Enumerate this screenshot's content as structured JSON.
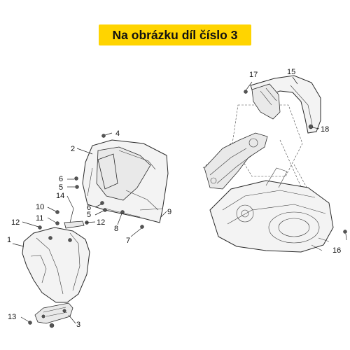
{
  "banner": {
    "text": "Na obrázku díl číslo 3"
  },
  "callouts": {
    "n1": "1",
    "n2": "2",
    "n3": "3",
    "n4": "4",
    "n5a": "5",
    "n5b": "5",
    "n6a": "6",
    "n6b": "6",
    "n7": "7",
    "n8": "8",
    "n9": "9",
    "n10": "10",
    "n11": "11",
    "n12a": "12",
    "n12b": "12",
    "n13": "13",
    "n14": "14",
    "n15": "15",
    "n16": "16",
    "n17": "17",
    "n18": "18"
  },
  "colors": {
    "banner_background": "#ffd400",
    "line_art": "#222222"
  }
}
